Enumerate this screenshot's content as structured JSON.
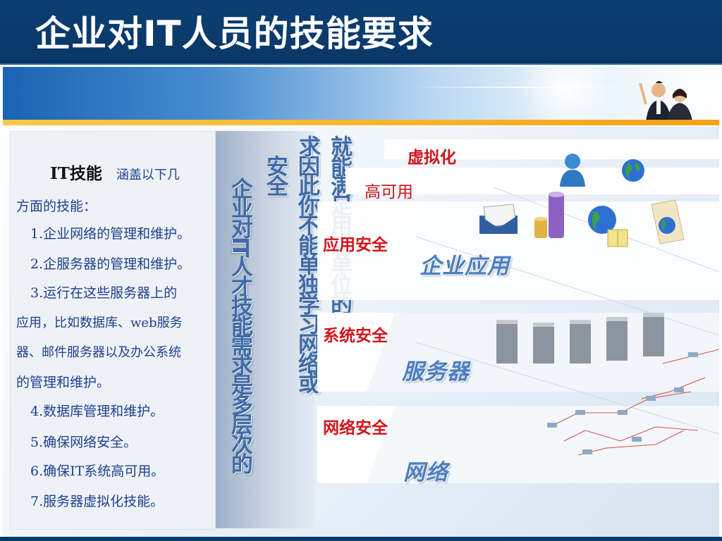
{
  "title": "企业对IT人员的技能要求",
  "left_panel": {
    "heading": "IT技能",
    "heading_rest": "涵盖以下几",
    "line2": "方面的技能：",
    "items": [
      "1.企业网络的管理和维护。",
      "2.企服务器的管理和维护。",
      "3.运行在这些服务器上的",
      "应用，比如数据库、web服务",
      "器、邮件服务器以及办公系统",
      "的管理和维护。",
      "4.数据库管理和维护。",
      "5.确保网络安全。",
      "6.确保IT系统高可用。",
      "7.服务器虚拟化技能。"
    ]
  },
  "vertical_texts": {
    "col1": "企业对IT人才技能需求是多层次的",
    "col2": "因此你不能单独学习网络或安全",
    "col3": "就能满足用人单位的需求"
  },
  "diagram": {
    "top1": "虚拟化",
    "top2": "高可用",
    "app_security": "应用安全",
    "app_layer": "企业应用",
    "sys_security": "系统安全",
    "server_layer": "服务器",
    "net_security": "网络安全",
    "net_layer": "网络"
  },
  "colors": {
    "title_bg": "#0c3f73",
    "label_red": "#d0141a",
    "text_blue": "#1f3f8f",
    "accent_orange": "#f2a317"
  }
}
